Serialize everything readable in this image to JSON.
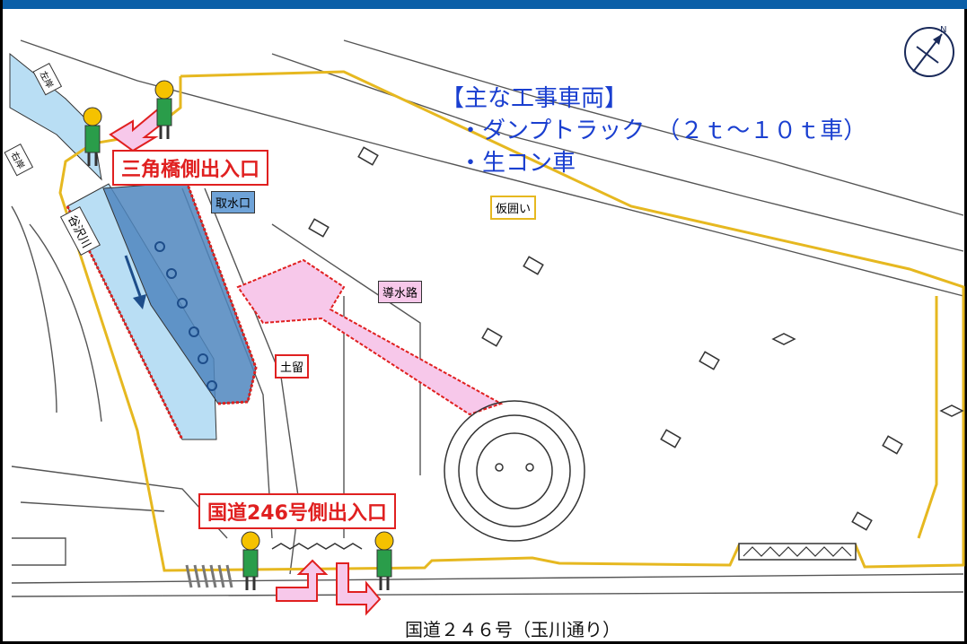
{
  "map": {
    "compass_icon": "north-compass-icon",
    "notes": {
      "title": "【主な工事車両】",
      "items": [
        "・ダンプトラック　（２ｔ～１０ｔ車）",
        "・生コン車"
      ]
    },
    "labels": {
      "entrance_top": "三角橋側出入口",
      "entrance_bottom": "国道246号側出入口",
      "intake": "取水口",
      "temp_fence": "仮囲い",
      "channel": "導水路",
      "retaining": "土留",
      "river": "谷沢川",
      "left_bank": "左岸",
      "right_bank": "右岸"
    },
    "road_name": "国道２４６号（玉川通り）",
    "colors": {
      "accent_red": "#e02020",
      "fence_yellow": "#e6b820",
      "water_blue": "#b9def4",
      "dark_blue": "#4f86be",
      "channel_pink": "#f7c8ea"
    }
  }
}
